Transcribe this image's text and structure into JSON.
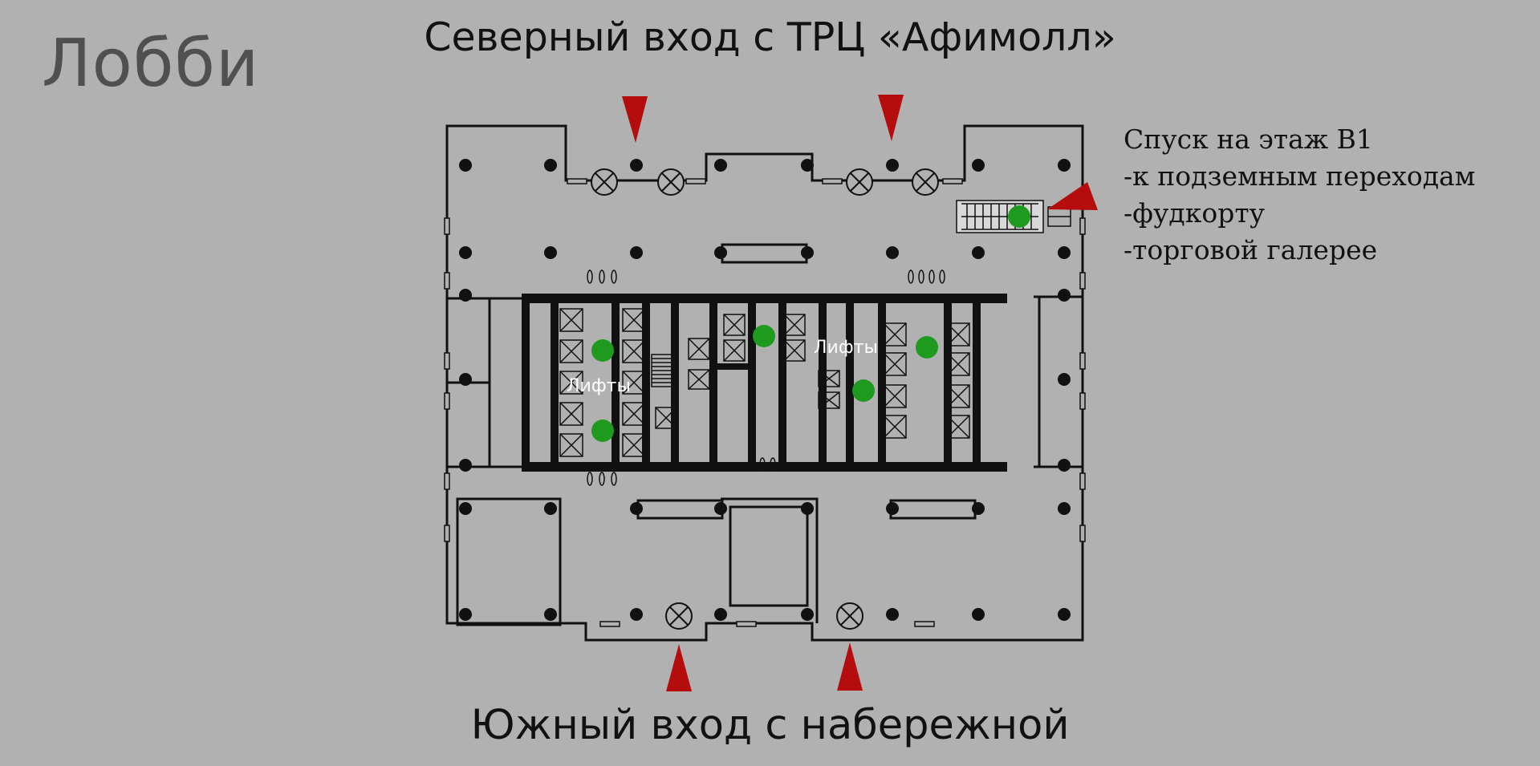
{
  "page_title": "Лобби",
  "north_entrance": "Северный вход с ТРЦ «Афимолл»",
  "south_entrance": "Южный вход с набережной",
  "descent_info": {
    "heading": "Спуск на этаж B1",
    "items": [
      "-к подземным переходам",
      "-фудкорту",
      "-торговой галерее"
    ]
  },
  "elevator_labels": [
    "Лифты",
    "Лифты"
  ],
  "colors": {
    "background": "#b1b1b1",
    "entrance_marker": "#b50d0d",
    "highlight_dot": "#1e9a1e",
    "walls": "#111111"
  }
}
